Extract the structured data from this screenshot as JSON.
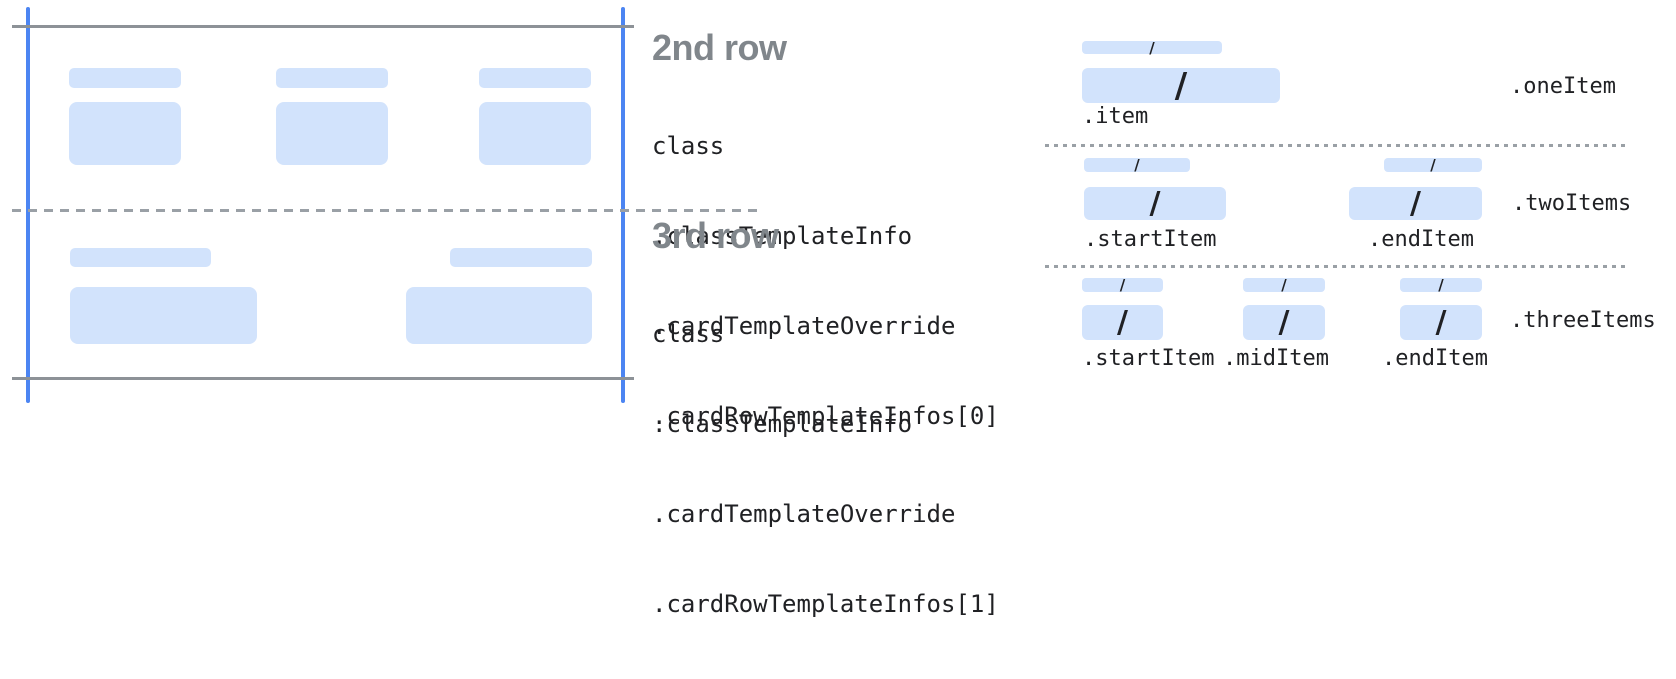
{
  "card_rows": [
    {
      "title": "2nd row",
      "code_lines": [
        "class",
        ".classTemplateInfo",
        ".cardTemplateOverride",
        ".cardRowTemplateInfos[0]"
      ]
    },
    {
      "title": "3rd row",
      "code_lines": [
        "class",
        ".classTemplateInfo",
        ".cardTemplateOverride",
        ".cardRowTemplateInfos[1]"
      ]
    }
  ],
  "layouts": {
    "one": {
      "label": ".oneItem",
      "item": ".item"
    },
    "two": {
      "label": ".twoItems",
      "start": ".startItem",
      "end": ".endItem"
    },
    "three": {
      "label": ".threeItems",
      "start": ".startItem",
      "mid": ".midItem",
      "end": ".endItem"
    }
  },
  "slash": "/",
  "colors": {
    "bar_fill": "#d2e3fc",
    "edge_blue": "#4c85f2",
    "solid_line_gray": "#8d9297",
    "dashed_line_gray": "#9aa0a6",
    "heading_gray": "#80868b",
    "code_text": "#202124"
  }
}
